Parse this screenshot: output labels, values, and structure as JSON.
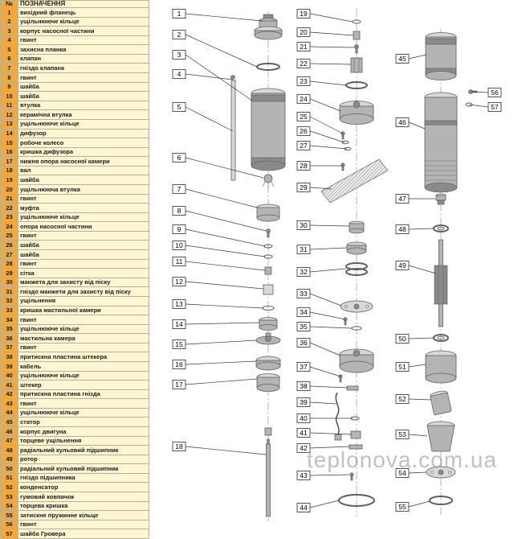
{
  "table": {
    "header": {
      "num": "№",
      "label": "ПОЗНАЧЕННЯ"
    },
    "rows": [
      {
        "n": "1",
        "label": "вихідний фланець"
      },
      {
        "n": "2",
        "label": "ущільнююче кільце"
      },
      {
        "n": "3",
        "label": "корпус насосної частини"
      },
      {
        "n": "4",
        "label": "гвинт"
      },
      {
        "n": "5",
        "label": "захисна планка"
      },
      {
        "n": "6",
        "label": "клапан"
      },
      {
        "n": "7",
        "label": "гніздо клапана"
      },
      {
        "n": "8",
        "label": "гвинт"
      },
      {
        "n": "9",
        "label": "шайба"
      },
      {
        "n": "10",
        "label": "шайба"
      },
      {
        "n": "11",
        "label": "втулка"
      },
      {
        "n": "12",
        "label": "керамічна втулка"
      },
      {
        "n": "13",
        "label": "ущільнююче кільце"
      },
      {
        "n": "14",
        "label": "дифузор"
      },
      {
        "n": "15",
        "label": "робоче колесо"
      },
      {
        "n": "16",
        "label": "кришка дифузора"
      },
      {
        "n": "17",
        "label": "нижня опора насосної камери"
      },
      {
        "n": "18",
        "label": "вал"
      },
      {
        "n": "19",
        "label": "шайба"
      },
      {
        "n": "20",
        "label": "ущільнююча втулка"
      },
      {
        "n": "21",
        "label": "гвинт"
      },
      {
        "n": "22",
        "label": "муфта"
      },
      {
        "n": "23",
        "label": "ущільнююче кільце"
      },
      {
        "n": "24",
        "label": "опора насосної частини"
      },
      {
        "n": "25",
        "label": "гвинт"
      },
      {
        "n": "26",
        "label": "шайба"
      },
      {
        "n": "27",
        "label": "шайба"
      },
      {
        "n": "28",
        "label": "гвинт"
      },
      {
        "n": "29",
        "label": "сітка"
      },
      {
        "n": "30",
        "label": "манжета для захисту від піску"
      },
      {
        "n": "31",
        "label": "гніздо манжети для захисту від піску"
      },
      {
        "n": "32",
        "label": "ущільнення"
      },
      {
        "n": "33",
        "label": "кришка мастильної камери"
      },
      {
        "n": "34",
        "label": "гвинт"
      },
      {
        "n": "35",
        "label": "ущільнююче кільце"
      },
      {
        "n": "36",
        "label": "мастильна камера"
      },
      {
        "n": "37",
        "label": "гвинт"
      },
      {
        "n": "38",
        "label": "притискна пластина штекера"
      },
      {
        "n": "39",
        "label": "кабель"
      },
      {
        "n": "40",
        "label": "ущільнююче кільце"
      },
      {
        "n": "41",
        "label": "штекер"
      },
      {
        "n": "42",
        "label": "притискна пластина гнізда"
      },
      {
        "n": "43",
        "label": "гвинт"
      },
      {
        "n": "44",
        "label": "ущільнююче кільце"
      },
      {
        "n": "45",
        "label": "статор"
      },
      {
        "n": "46",
        "label": "корпус двигуна"
      },
      {
        "n": "47",
        "label": "торцеве ущільнення"
      },
      {
        "n": "48",
        "label": "радіальний кульовий підшипник"
      },
      {
        "n": "49",
        "label": "ротор"
      },
      {
        "n": "50",
        "label": "радіальний кульовий підшипник"
      },
      {
        "n": "51",
        "label": "гніздо підшипника"
      },
      {
        "n": "52",
        "label": "конденсатор"
      },
      {
        "n": "53",
        "label": "гумовий ковпачок"
      },
      {
        "n": "54",
        "label": "торцева кришка"
      },
      {
        "n": "55",
        "label": "затискне пружинне кільце"
      },
      {
        "n": "56",
        "label": "гвинт"
      },
      {
        "n": "57",
        "label": "шайба Гровера"
      }
    ]
  },
  "diagram": {
    "callouts": [
      "1",
      "2",
      "3",
      "4",
      "5",
      "6",
      "7",
      "8",
      "9",
      "10",
      "11",
      "12",
      "13",
      "14",
      "15",
      "16",
      "17",
      "18",
      "19",
      "20",
      "21",
      "22",
      "23",
      "24",
      "25",
      "26",
      "27",
      "28",
      "29",
      "30",
      "31",
      "32",
      "33",
      "34",
      "35",
      "36",
      "37",
      "38",
      "39",
      "40",
      "41",
      "42",
      "43",
      "44",
      "45",
      "46",
      "47",
      "48",
      "49",
      "50",
      "51",
      "52",
      "53",
      "54",
      "55",
      "56",
      "57"
    ]
  },
  "watermark": "teplonova.com.ua",
  "colors": {
    "row_number_bg": "#f2a93b",
    "row_label_bg": "#fcf6d5",
    "table_border": "#b9b190"
  }
}
